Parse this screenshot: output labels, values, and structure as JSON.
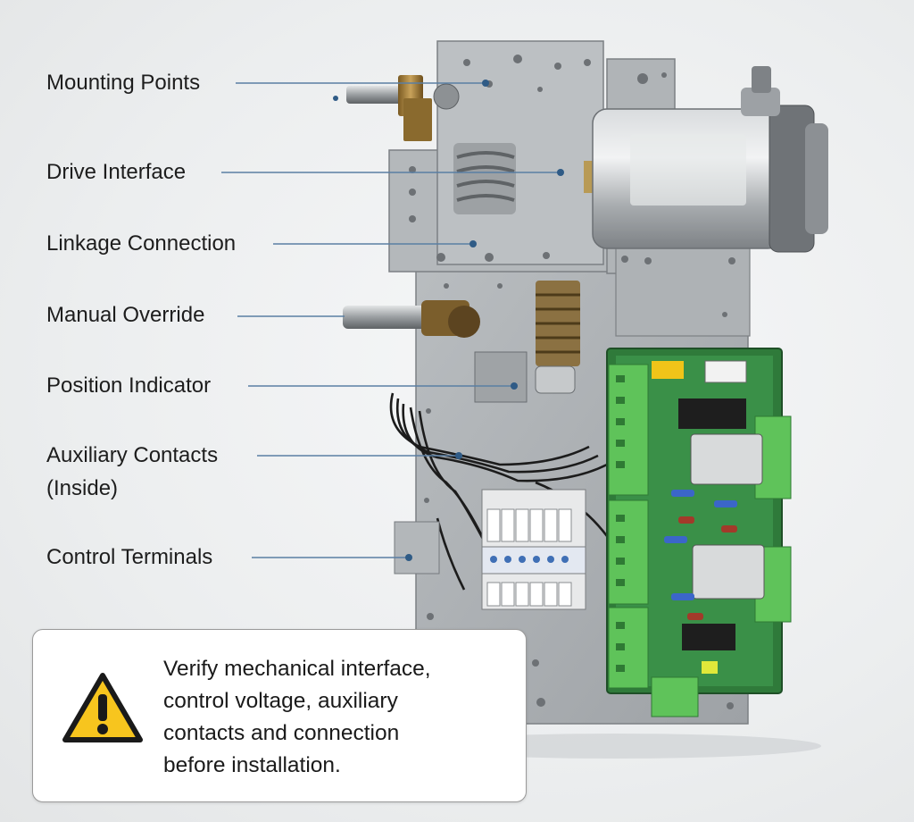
{
  "callouts": [
    {
      "label": "Mounting Points"
    },
    {
      "label": "Drive Interface"
    },
    {
      "label": "Linkage Connection"
    },
    {
      "label": "Manual Override"
    },
    {
      "label": "Position Indicator"
    },
    {
      "label": "Auxiliary Contacts",
      "label2": "(Inside)"
    },
    {
      "label": "Control Terminals"
    }
  ],
  "warning": {
    "icon": "warning-triangle-icon",
    "lines": [
      "Verify mechanical interface,",
      "control voltage, auxiliary",
      "contacts and connection",
      "before installation."
    ]
  },
  "colors": {
    "leader_line": "#5a7fa3",
    "plate": "#a9adb1",
    "pcb": "#4fb04a",
    "warning_yellow": "#f7c51e"
  }
}
